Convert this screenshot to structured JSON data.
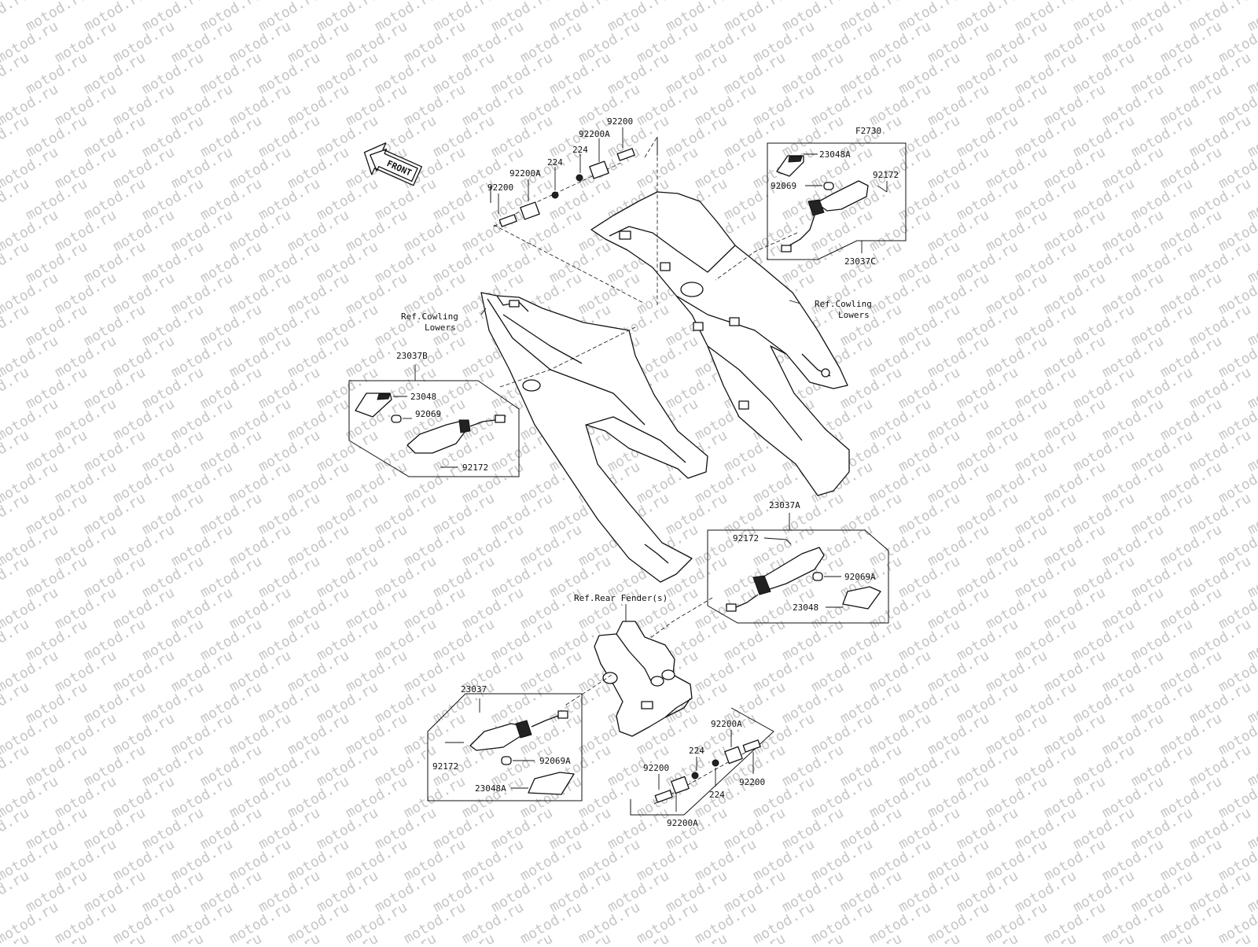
{
  "diagram": {
    "figure_code": "F2730",
    "front_label": "FRONT",
    "watermark": "motod.ru",
    "references": {
      "cowling_left_line1": "Ref.Cowling",
      "cowling_left_line2": "Lowers",
      "cowling_right_line1": "Ref.Cowling",
      "cowling_right_line2": "Lowers",
      "rear_fender": "Ref.Rear Fender(s)"
    },
    "groups": {
      "group_c": {
        "assembly": "23037C",
        "lens": "23048A",
        "bulb": "92069",
        "screw": "92172"
      },
      "group_b": {
        "assembly": "23037B",
        "lens": "23048",
        "bulb": "92069",
        "screw": "92172"
      },
      "group_a": {
        "assembly": "23037A",
        "screw": "92172",
        "bulb": "92069A",
        "lens": "23048"
      },
      "group_base": {
        "assembly": "23037",
        "screw": "92172",
        "bulb": "92069A",
        "lens": "23048A"
      }
    },
    "hardware_top": {
      "clip_1": "92200",
      "bracket_1": "92200A",
      "nut_1": "224",
      "nut_2": "224",
      "bracket_2": "92200A",
      "clip_2": "92200"
    },
    "hardware_bottom": {
      "bracket_1": "92200A",
      "nut_1": "224",
      "clip_1": "92200",
      "clip_2": "92200",
      "nut_2": "224",
      "bracket_2": "92200A"
    }
  }
}
